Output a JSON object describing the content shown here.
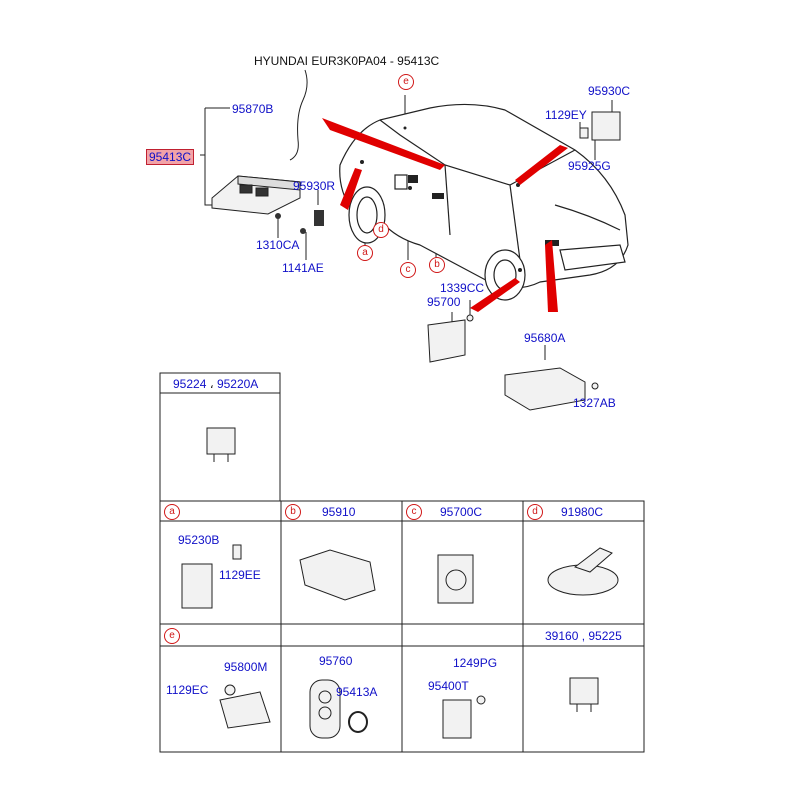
{
  "header": {
    "title": "HYUNDAI EUR3K0PA04 - 95413C"
  },
  "main_labels": {
    "highlight": "95413C",
    "p95870B": "95870B",
    "p1310CA": "1310CA",
    "p95930R": "95930R",
    "p1141AE": "1141AE",
    "p95930C": "95930C",
    "p1129EY": "1129EY",
    "p95925G": "95925G",
    "p1339CC": "1339CC",
    "p95700": "95700",
    "p95680A": "95680A",
    "p1327AB": "1327AB"
  },
  "callouts": {
    "a": "a",
    "b": "b",
    "c": "c",
    "d": "d",
    "e": "e"
  },
  "top_box": {
    "label_1": "95224",
    "sep": "،",
    "label_2": "95220A"
  },
  "grid_row1": [
    {
      "letter": "a",
      "part": "",
      "sub": [
        "95230B",
        "1129EE"
      ]
    },
    {
      "letter": "b",
      "part": "95910"
    },
    {
      "letter": "c",
      "part": "95700C"
    },
    {
      "letter": "d",
      "part": "91980C"
    }
  ],
  "grid_row2": [
    {
      "letter": "e",
      "sub": [
        "95800M",
        "1129EC"
      ]
    },
    {
      "part": "95760",
      "sub": [
        "95413A"
      ]
    },
    {
      "sub": [
        "1249PG",
        "95400T"
      ]
    },
    {
      "part": "39160 , 95225"
    }
  ]
}
